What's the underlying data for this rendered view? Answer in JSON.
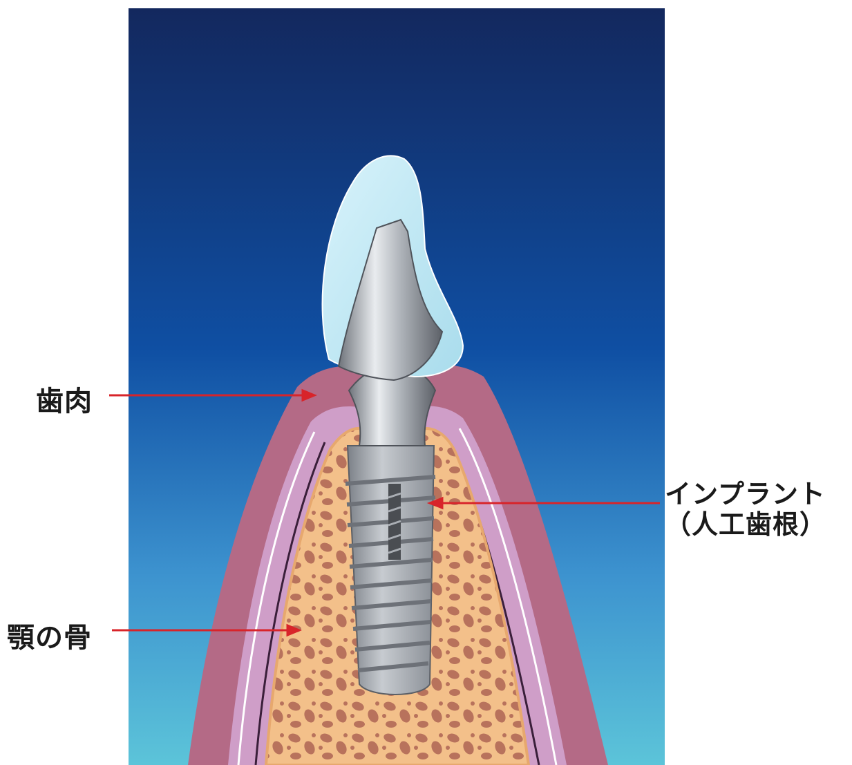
{
  "labels": {
    "gum": "歯肉",
    "implant_line1": "インプラント",
    "implant_line2": "（人工歯根）",
    "jawbone": "顎の骨"
  },
  "colors": {
    "background_top": "#13285e",
    "background_bottom": "#5cc4d9",
    "gum": "#b46a86",
    "gum_inner": "#cf9ec8",
    "bone": "#f3c08a",
    "bone_pores": "#b8725c",
    "crown": "#bfe9f5",
    "implant_metal": "#b8bcc2",
    "arrow": "#d8242a"
  }
}
